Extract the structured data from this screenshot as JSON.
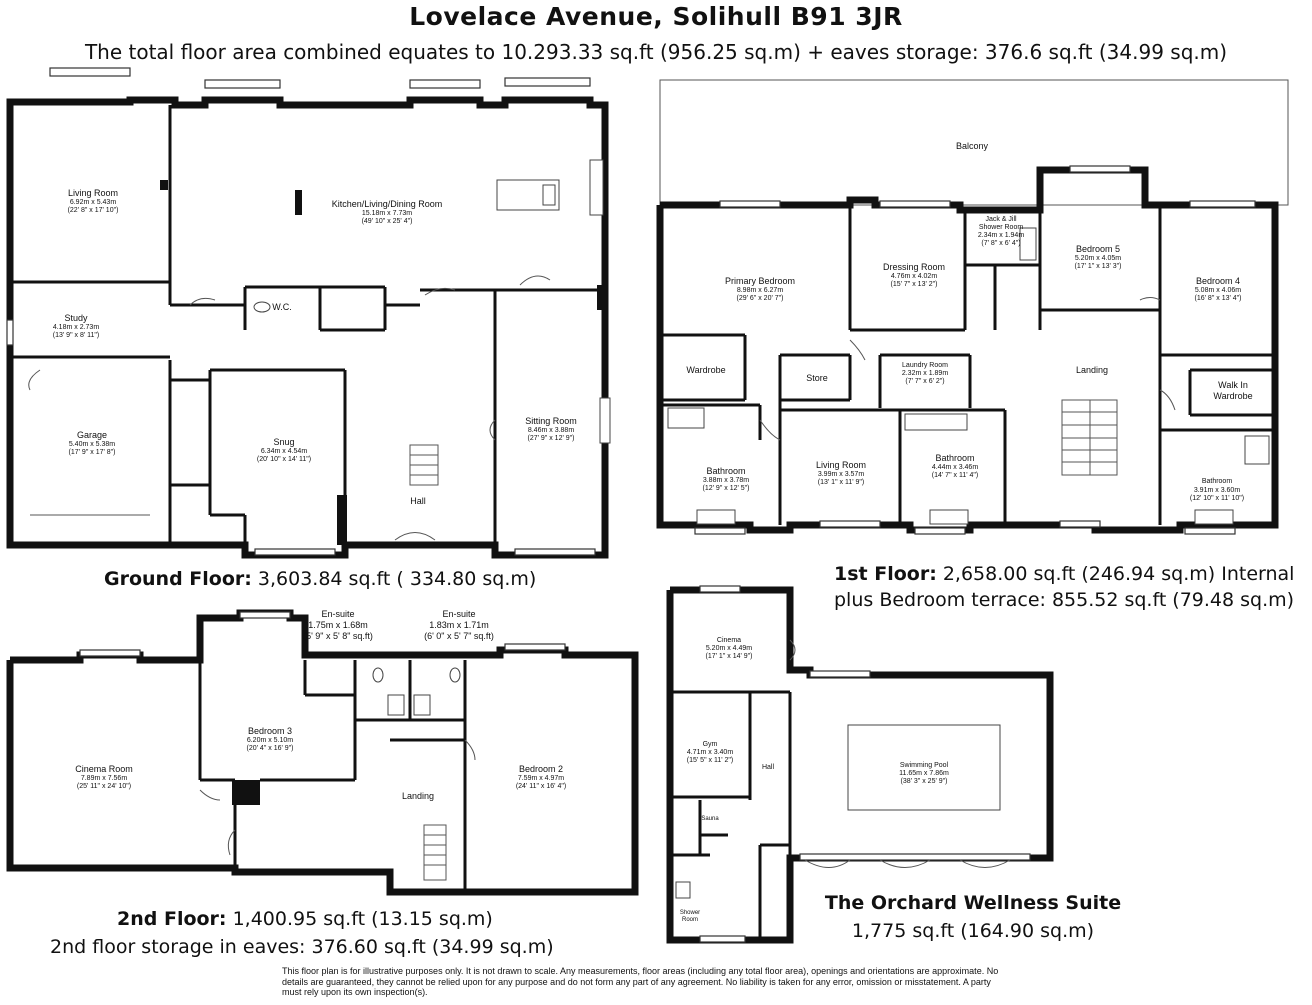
{
  "header": {
    "title": "Lovelace Avenue, Solihull B91 3JR",
    "subtitle": "The total floor area combined equates to 10.293.33 sq.ft (956.25 sq.m) +  eaves storage: 376.6 sq.ft (34.99 sq.m)"
  },
  "rooms": {
    "living_room": {
      "name": "Living Room",
      "dims": "6.92m x 5.43m",
      "imperial": "(22' 8\" x 17' 10\")"
    },
    "kitchen": {
      "name": "Kitchen/Living/Dining Room",
      "dims": "15.18m x 7.73m",
      "imperial": "(49' 10\" x 25' 4\")"
    },
    "study": {
      "name": "Study",
      "dims": "4.18m x 2.73m",
      "imperial": "(13' 9\" x 8' 11\")"
    },
    "wc": {
      "name": "W.C."
    },
    "garage": {
      "name": "Garage",
      "dims": "5.40m x 5.38m",
      "imperial": "(17' 9\" x 17' 8\")"
    },
    "snug": {
      "name": "Snug",
      "dims": "6.34m x 4.54m",
      "imperial": "(20' 10\" x 14' 11\")"
    },
    "hall_gf": {
      "name": "Hall"
    },
    "sitting_room": {
      "name": "Sitting Room",
      "dims": "8.46m x 3.88m",
      "imperial": "(27' 9\" x 12' 9\")"
    },
    "balcony": {
      "name": "Balcony"
    },
    "primary_bedroom": {
      "name": "Primary Bedroom",
      "dims": "8.98m x 6.27m",
      "imperial": "(29' 6\" x 20' 7\")"
    },
    "dressing_room": {
      "name": "Dressing Room",
      "dims": "4.76m x 4.02m",
      "imperial": "(15' 7\" x 13' 2\")"
    },
    "jack_jill": {
      "name": "Jack & Jill",
      "name2": "Shower Room",
      "dims": "2.34m x 1.94m",
      "imperial": "(7' 8\" x 6' 4\")"
    },
    "bedroom5": {
      "name": "Bedroom 5",
      "dims": "5.20m x 4.05m",
      "imperial": "(17' 1\" x 13' 3\")"
    },
    "bedroom4": {
      "name": "Bedroom 4",
      "dims": "5.08m x 4.06m",
      "imperial": "(16' 8\" x 13' 4\")"
    },
    "wardrobe": {
      "name": "Wardrobe"
    },
    "store": {
      "name": "Store"
    },
    "laundry": {
      "name": "Laundry Room",
      "dims": "2.32m x 1.89m",
      "imperial": "(7' 7\" x 6' 2\")"
    },
    "landing_1f": {
      "name": "Landing"
    },
    "walk_in": {
      "name": "Walk In",
      "name2": "Wardrobe"
    },
    "bathroom_primary": {
      "name": "Bathroom",
      "dims": "3.88m x 3.78m",
      "imperial": "(12' 9\" x 12' 5\")"
    },
    "living_room_1f": {
      "name": "Living Room",
      "dims": "3.99m x 3.57m",
      "imperial": "(13' 1\" x 11' 9\")"
    },
    "bathroom_mid": {
      "name": "Bathroom",
      "dims": "4.44m x 3.46m",
      "imperial": "(14' 7\" x 11' 4\")"
    },
    "bathroom_right": {
      "name": "Bathroom",
      "dims": "3.91m x 3.60m",
      "imperial": "(12' 10\" x 11' 10\")"
    },
    "ensuite1": {
      "name": "En-suite",
      "dims": "1.75m x 1.68m",
      "imperial": "(5' 9\" x 5' 8\" sq.ft)"
    },
    "ensuite2": {
      "name": "En-suite",
      "dims": "1.83m x 1.71m",
      "imperial": "(6' 0\" x 5' 7\" sq.ft)"
    },
    "cinema_room": {
      "name": "Cinema Room",
      "dims": "7.89m x 7.56m",
      "imperial": "(25' 11\" x 24' 10\")"
    },
    "bedroom3": {
      "name": "Bedroom 3",
      "dims": "6.20m x 5.10m",
      "imperial": "(20' 4\" x 16' 9\")"
    },
    "landing_2f": {
      "name": "Landing"
    },
    "bedroom2": {
      "name": "Bedroom 2",
      "dims": "7.59m x 4.97m",
      "imperial": "(24' 11\" x 16' 4\")"
    },
    "cinema": {
      "name": "Cinema",
      "dims": "5.20m x 4.49m",
      "imperial": "(17' 1\" x 14' 9\")"
    },
    "gym": {
      "name": "Gym",
      "dims": "4.71m x 3.40m",
      "imperial": "(15' 5\" x 11' 2\")"
    },
    "hall_suite": {
      "name": "Hall"
    },
    "sauna": {
      "name": "Sauna"
    },
    "shower_room": {
      "name": "Shower",
      "name2": "Room"
    },
    "pool": {
      "name": "Swimming Pool",
      "dims": "11.65m x 7.86m",
      "imperial": "(38' 3\" x 25' 9\")"
    }
  },
  "floors": {
    "ground": {
      "label": "Ground Floor:",
      "area": "3,603.84 sq.ft ( 334.80 sq.m)"
    },
    "first": {
      "label": "1st Floor:",
      "area": "2,658.00 sq.ft (246.94 sq.m) Internal",
      "line2": "plus Bedroom terrace: 855.52 sq.ft (79.48 sq.m)"
    },
    "second": {
      "label": "2nd Floor:",
      "area": "1,400.95 sq.ft (13.15 sq.m)",
      "line2": "2nd floor storage in eaves: 376.60 sq.ft (34.99 sq.m)"
    },
    "suite": {
      "label": "The Orchard Wellness Suite",
      "area": "1,775 sq.ft (164.90 sq.m)"
    }
  },
  "disclaimer": "This floor plan is for illustrative purposes only. It is not drawn to scale. Any measurements, floor areas (including any total floor area), openings and orientations are approximate. No details are guaranteed, they cannot be relied upon for any purpose and do not form any part of any agreement. No liability is taken for any error, omission or misstatement. A party must rely upon its own inspection(s)."
}
